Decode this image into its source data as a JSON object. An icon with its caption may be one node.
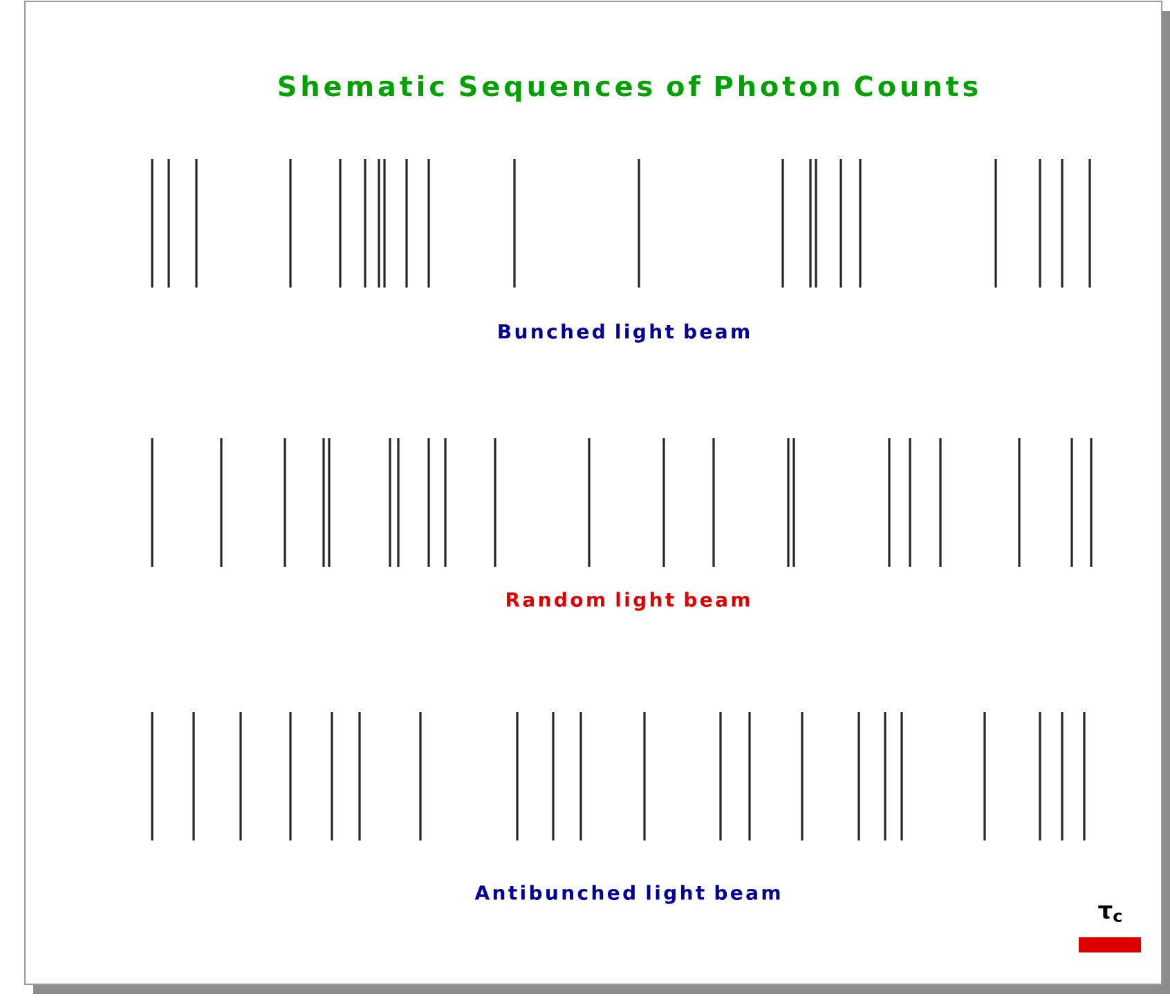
{
  "diagram": {
    "title": "Shematic Sequences of Photon Counts",
    "labels": [
      "Bunched light beam",
      "Random light beam",
      "Antibunched light beam",
      "τ$_{c}$"
    ]
  }
}
